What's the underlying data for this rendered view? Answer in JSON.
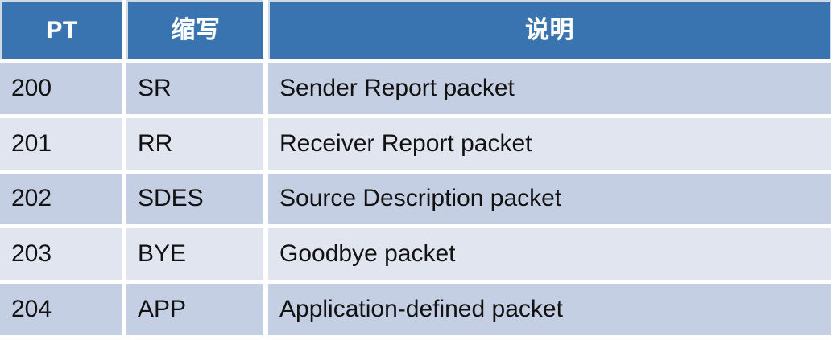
{
  "table": {
    "columns": [
      {
        "key": "pt",
        "label": "PT",
        "align": "center"
      },
      {
        "key": "abbr",
        "label": "缩写",
        "align": "center"
      },
      {
        "key": "desc",
        "label": "说明",
        "align": "center"
      }
    ],
    "rows": [
      {
        "pt": "200",
        "abbr": "SR",
        "desc": "Sender Report packet"
      },
      {
        "pt": "201",
        "abbr": "RR",
        "desc": "Receiver Report packet"
      },
      {
        "pt": "202",
        "abbr": "SDES",
        "desc": "Source Description packet"
      },
      {
        "pt": "203",
        "abbr": "BYE",
        "desc": "Goodbye packet"
      },
      {
        "pt": "204",
        "abbr": "APP",
        "desc": "Application-defined packet"
      }
    ]
  },
  "style": {
    "header_bg": "#3a74b0",
    "header_text": "#ffffff",
    "row_odd_bg": "#c5cfe3",
    "row_even_bg": "#e1e5ef",
    "body_text": "#121212",
    "gridline": "#ffffff",
    "outer_border": "#cfd9e8"
  }
}
